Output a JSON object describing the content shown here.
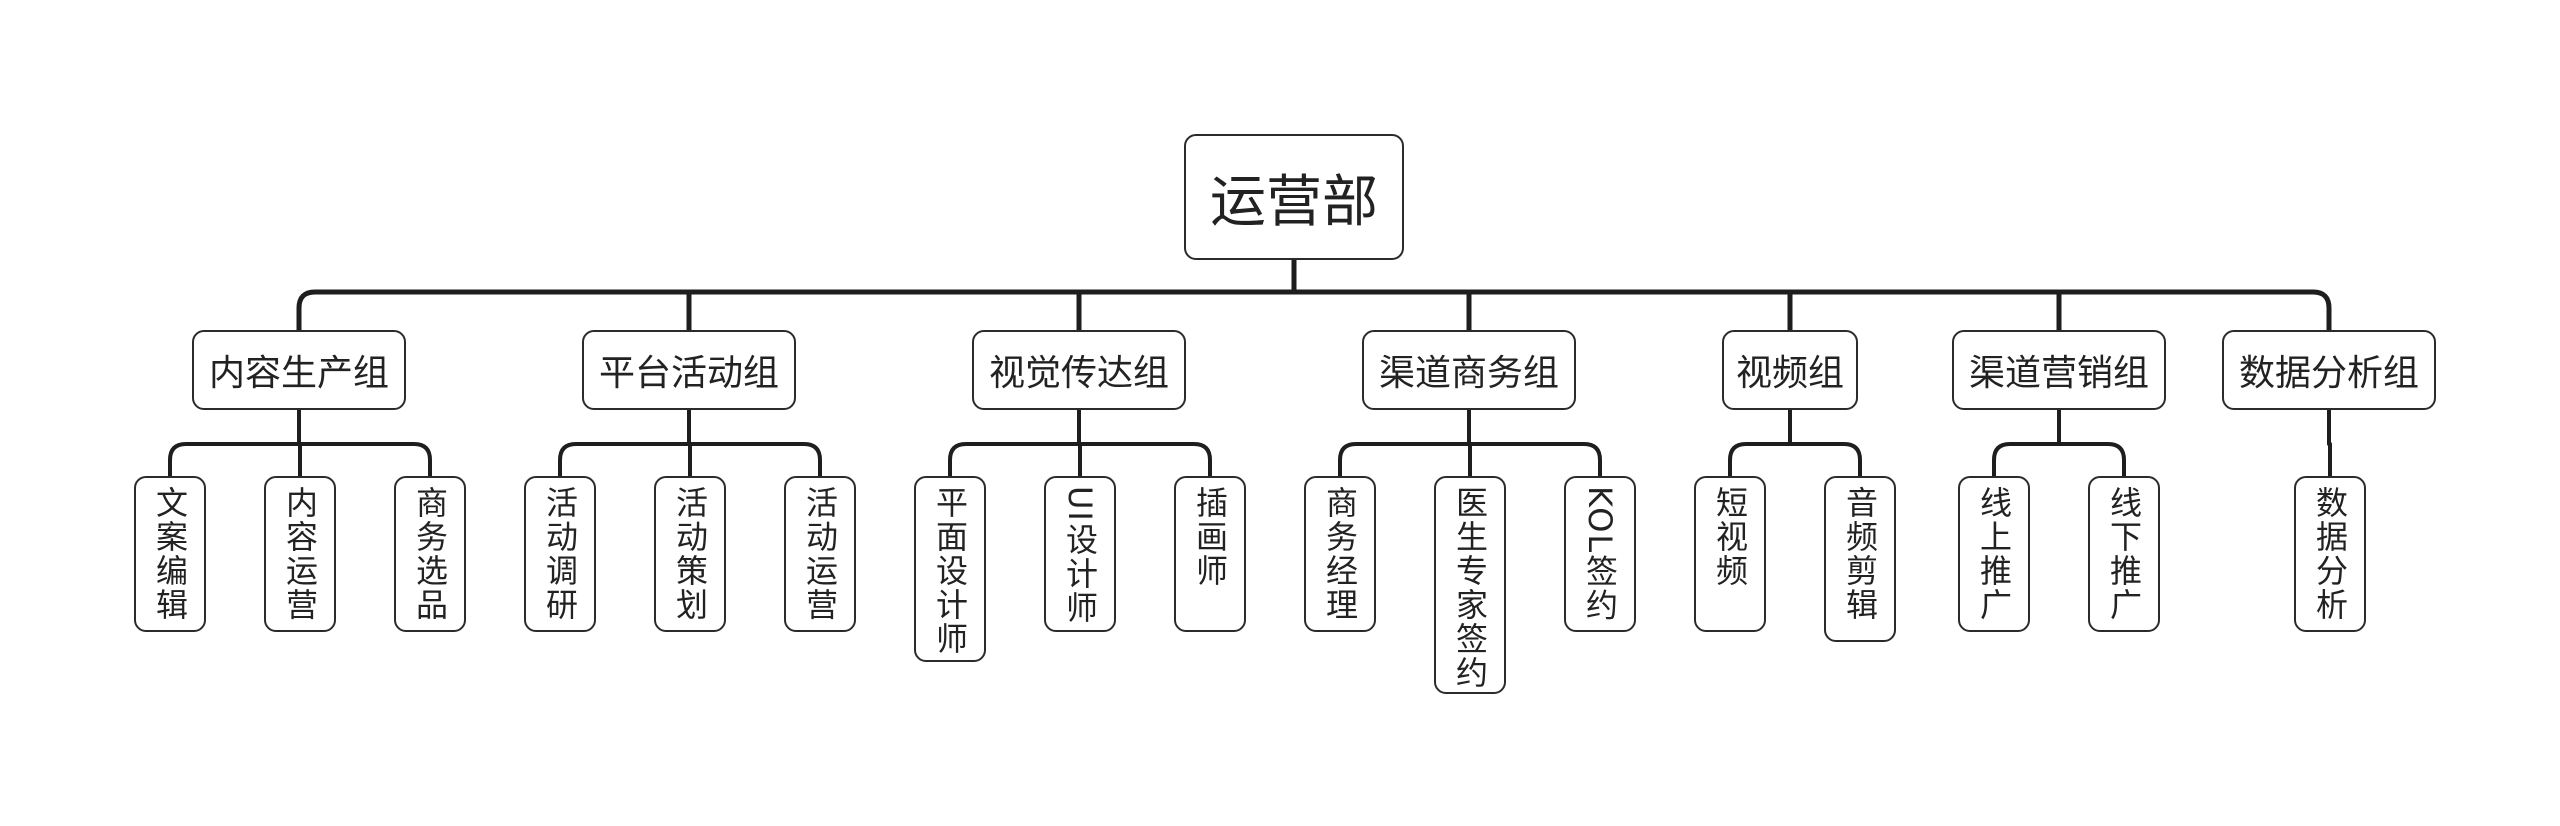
{
  "root": "运营部",
  "groups": [
    {
      "label": "内容生产组",
      "children": [
        "文案编辑",
        "内容运营",
        "商务选品"
      ]
    },
    {
      "label": "平台活动组",
      "children": [
        "活动调研",
        "活动策划",
        "活动运营"
      ]
    },
    {
      "label": "视觉传达组",
      "children": [
        "平面设计师",
        "UI设计师",
        "插画师"
      ]
    },
    {
      "label": "渠道商务组",
      "children": [
        "商务经理",
        "医生专家签约",
        "KOL签约"
      ]
    },
    {
      "label": "视频组",
      "children": [
        "短视频",
        "音频剪辑"
      ]
    },
    {
      "label": "渠道营销组",
      "children": [
        "线上推广",
        "线下推广"
      ]
    },
    {
      "label": "数据分析组",
      "children": [
        "数据分析"
      ]
    }
  ]
}
